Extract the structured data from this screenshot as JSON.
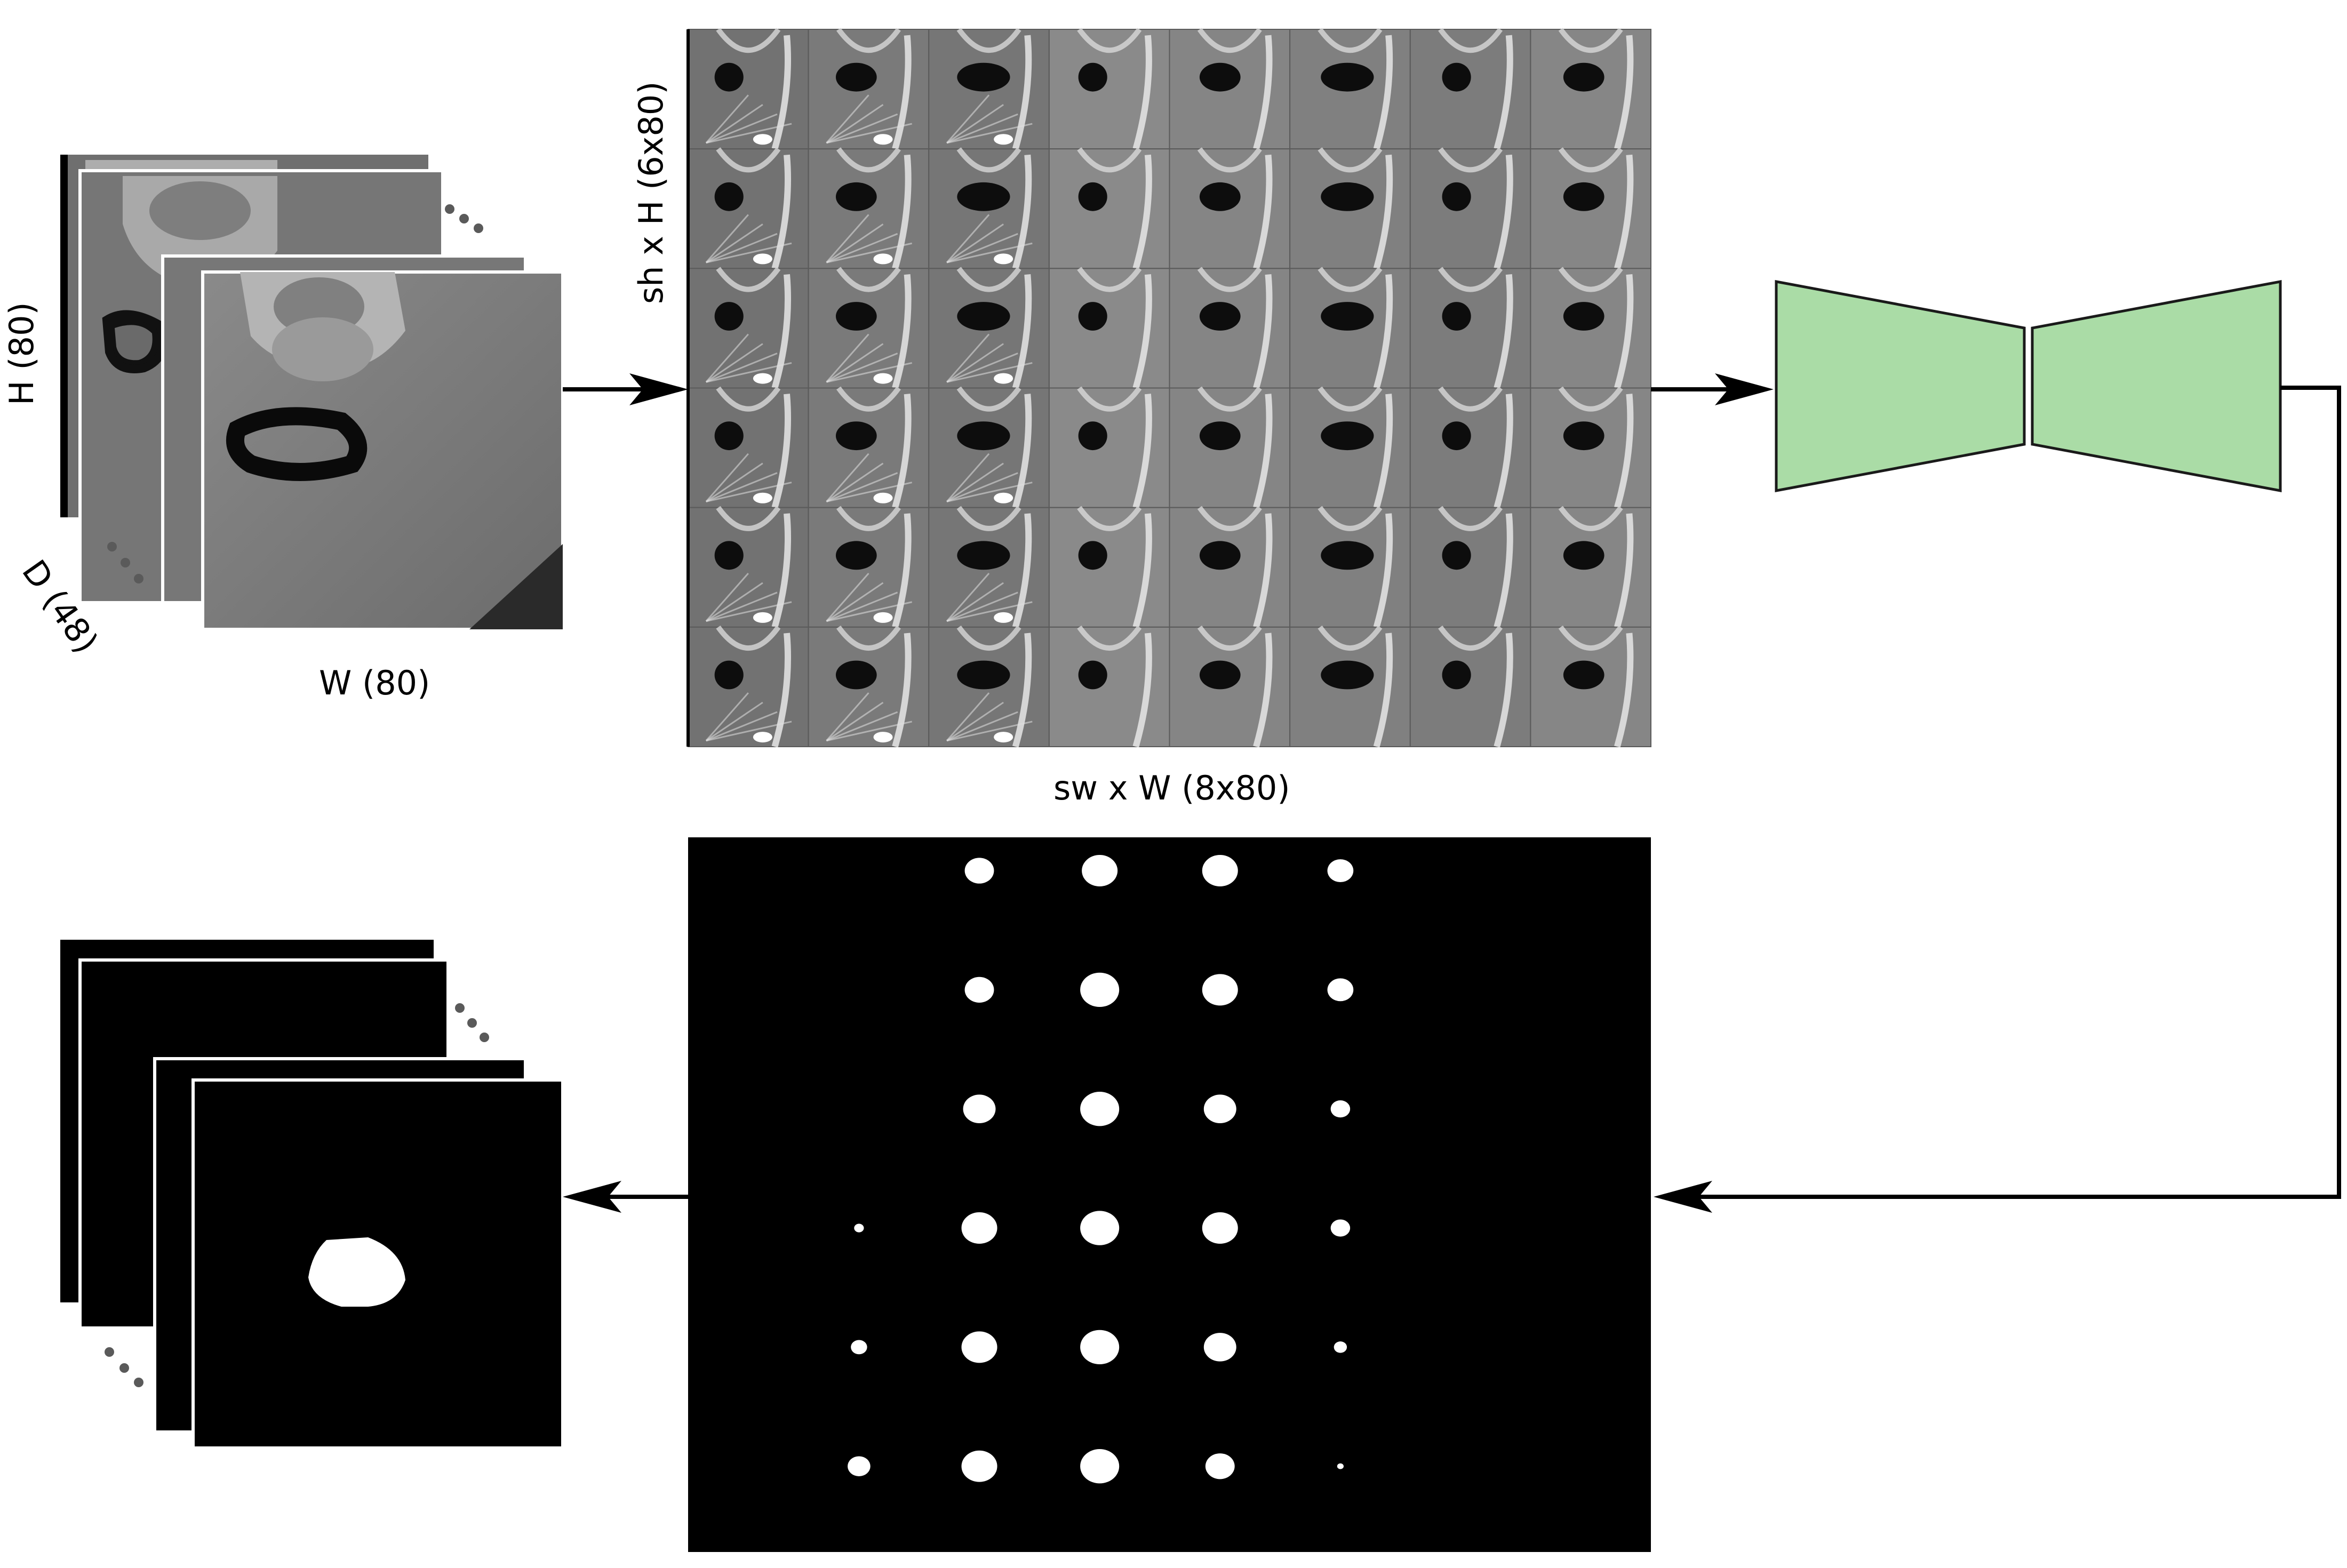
{
  "labels": {
    "input_height": "H (80)",
    "input_depth": "D (48)",
    "input_width": "W (80)",
    "grid_height": "sh x H (6x80)",
    "grid_width": "sw x W (8x80)"
  },
  "grid": {
    "rows": 6,
    "cols": 8
  },
  "colors": {
    "network_fill": "#aadca6",
    "arrow": "#000000",
    "dots": "#5a5a5a",
    "ct_background": "#7b7b7b",
    "mask_background": "#000000",
    "mask_foreground": "#ffffff"
  },
  "icons": {
    "network": "encoder-decoder-bowtie",
    "ellipsis": "dots-icon"
  }
}
